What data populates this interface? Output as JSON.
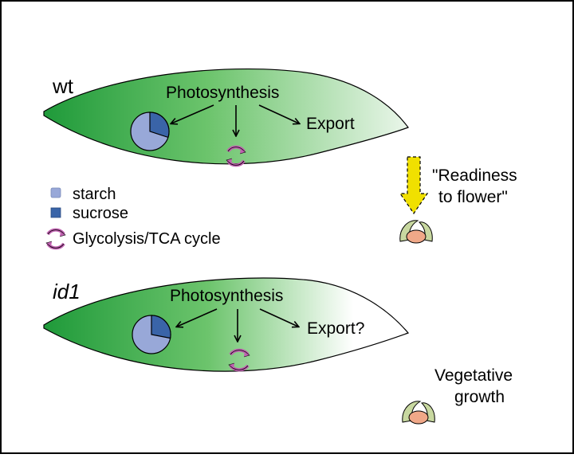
{
  "panels": {
    "wt": {
      "genotype": "wt",
      "photosynthesis": "Photosynthesis",
      "export": "Export",
      "signal": [
        "\"Readiness",
        "to flower\""
      ],
      "pie": {
        "starch_fraction": 0.7,
        "sucrose_fraction": 0.3
      }
    },
    "id1": {
      "genotype": "id1",
      "photosynthesis": "Photosynthesis",
      "export": "Export?",
      "outcome": [
        "Vegetative",
        "growth"
      ],
      "pie": {
        "starch_fraction": 0.72,
        "sucrose_fraction": 0.28
      }
    }
  },
  "legend": {
    "starch": "starch",
    "sucrose": "sucrose",
    "cycle": "Glycolysis/TCA cycle"
  },
  "colors": {
    "leaf_dark": "#1f9a3a",
    "leaf_light": "#eaf6ea",
    "starch": "#98a8d8",
    "sucrose": "#3a64a8",
    "cycle": "#c060b0",
    "arrow_fill": "#f0e000",
    "bud": "#f0a888"
  }
}
